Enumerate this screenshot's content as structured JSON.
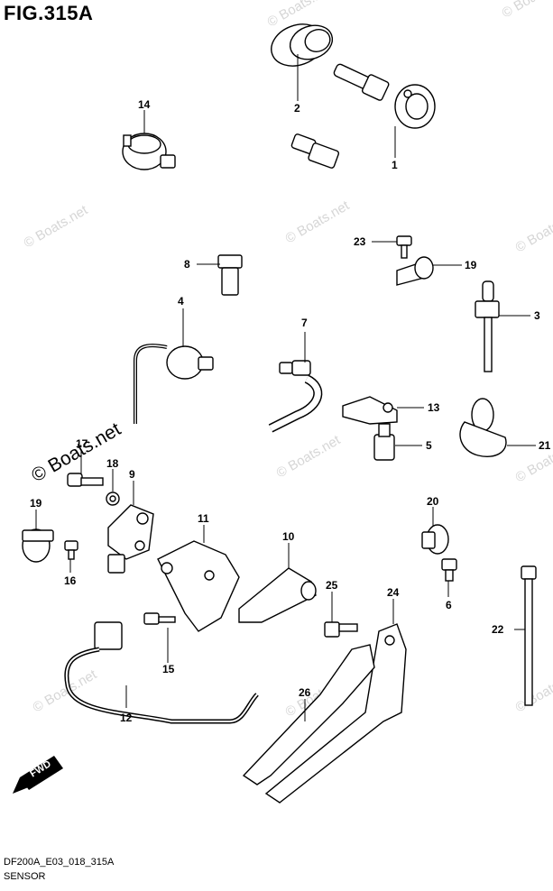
{
  "header": {
    "title": "FIG.315A"
  },
  "footer": {
    "code": "DF200A_E03_018_315A",
    "name": "SENSOR"
  },
  "watermark": {
    "text": "© Boats.net",
    "big_text": "© Boats.net"
  },
  "fwd_label": "FWD",
  "callouts": {
    "c1": "1",
    "c2": "2",
    "c3": "3",
    "c4": "4",
    "c5": "5",
    "c6": "6",
    "c7": "7",
    "c8": "8",
    "c9": "9",
    "c10": "10",
    "c11": "11",
    "c12": "12",
    "c13": "13",
    "c14": "14",
    "c15": "15",
    "c16": "16",
    "c17": "17",
    "c18": "18",
    "c19a": "19",
    "c19b": "19",
    "c20": "20",
    "c21": "21",
    "c22": "22",
    "c23": "23",
    "c24": "24",
    "c25": "25",
    "c26": "26"
  }
}
